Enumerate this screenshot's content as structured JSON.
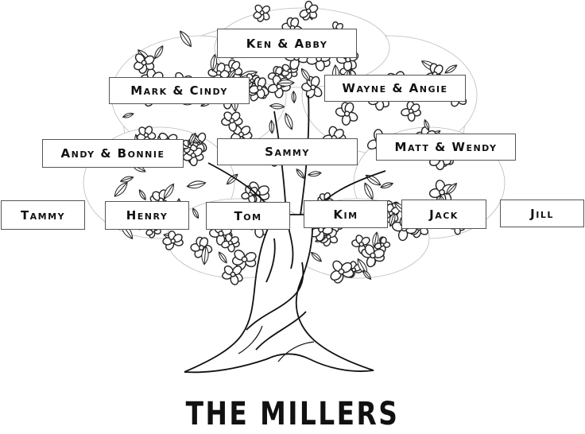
{
  "title": "THE MILLERS",
  "colors": {
    "ink": "#111111",
    "box_border": "#555555",
    "background": "#ffffff"
  },
  "tree": {
    "icon": "oak-tree-illustration",
    "members": [
      {
        "id": "ken-abby",
        "label": "Ken & Abby"
      },
      {
        "id": "mark-cindy",
        "label": "Mark & Cindy"
      },
      {
        "id": "wayne-angie",
        "label": "Wayne & Angie"
      },
      {
        "id": "andy-bonnie",
        "label": "Andy & Bonnie"
      },
      {
        "id": "sammy",
        "label": "Sammy"
      },
      {
        "id": "matt-wendy",
        "label": "Matt & Wendy"
      },
      {
        "id": "tammy",
        "label": "Tammy"
      },
      {
        "id": "henry",
        "label": "Henry"
      },
      {
        "id": "tom",
        "label": "Tom"
      },
      {
        "id": "kim",
        "label": "Kim"
      },
      {
        "id": "jack",
        "label": "Jack"
      },
      {
        "id": "jill",
        "label": "Jill"
      }
    ]
  }
}
